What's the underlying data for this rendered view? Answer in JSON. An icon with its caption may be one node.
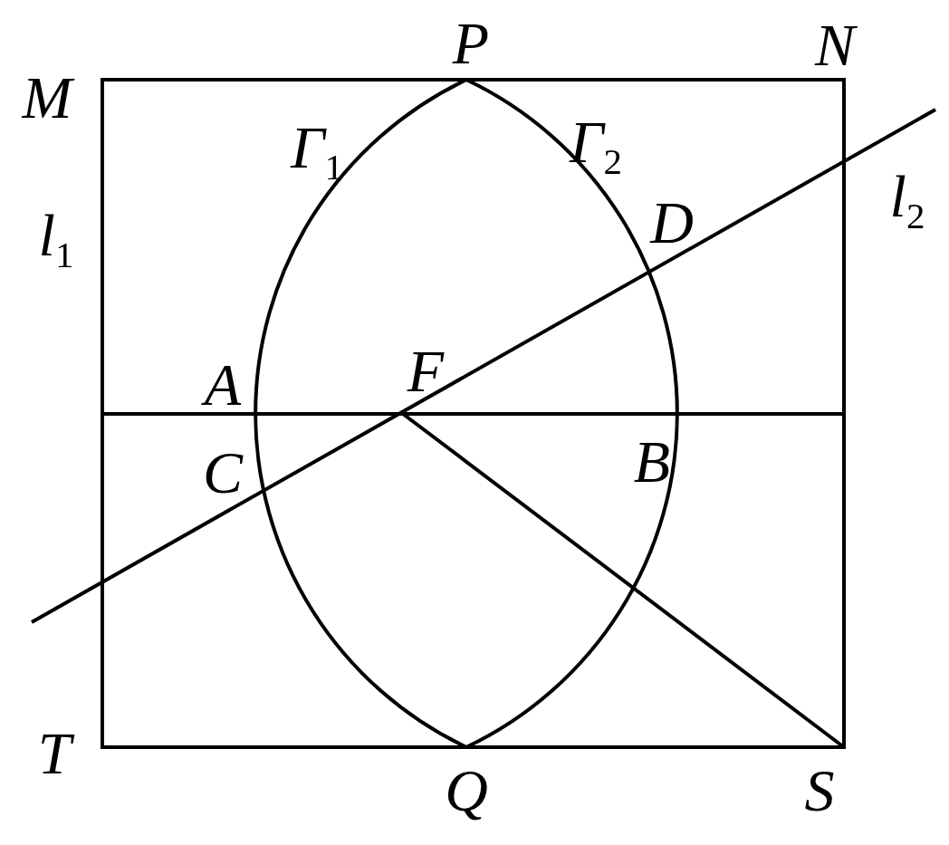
{
  "diagram": {
    "labels": [
      "M",
      "P",
      "N",
      "Γ$_{1}$",
      "Γ$_{2}$",
      "l$_{1}$",
      "D",
      "l$_{2}$",
      "A",
      "F",
      "C",
      "B",
      "T",
      "Q",
      "S"
    ]
  }
}
